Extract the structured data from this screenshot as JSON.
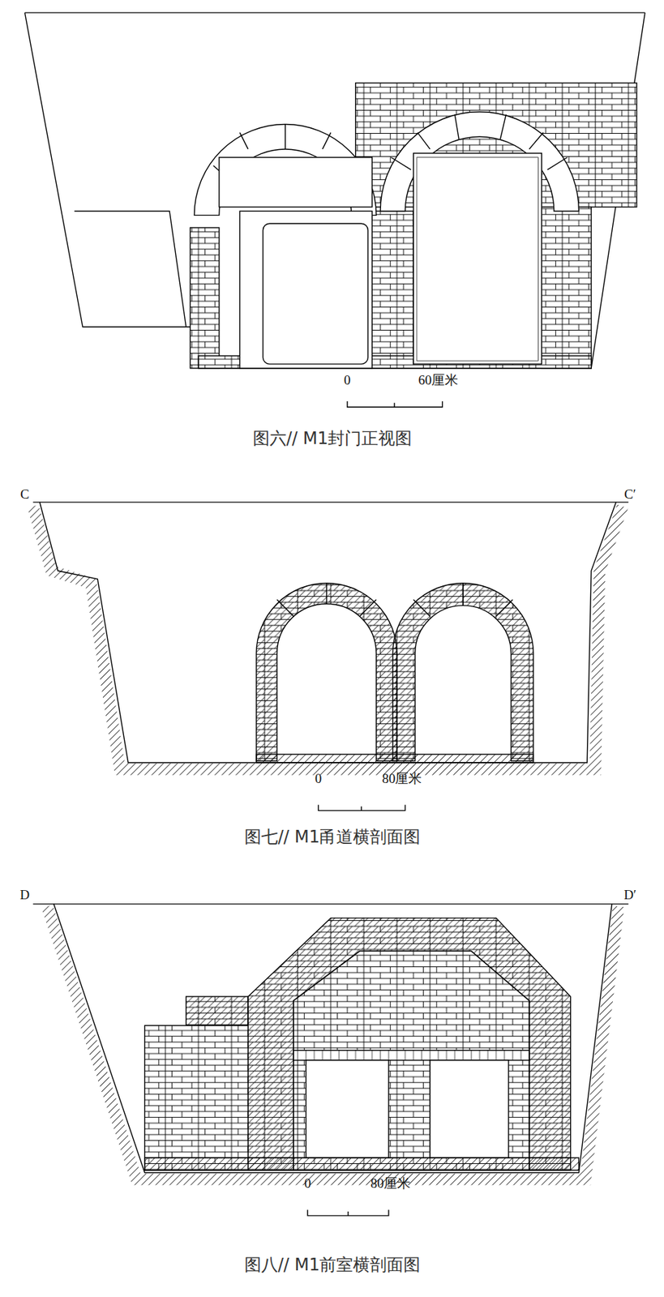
{
  "diagram": {
    "labels": [
      "0",
      "60厘米",
      "图六// M1封门正视图",
      "C",
      "C′",
      "0",
      "80厘米",
      "图七// M1甬道横剖面图",
      "D",
      "D′",
      "0",
      "80厘米",
      "图八// M1前室横剖面图"
    ]
  }
}
